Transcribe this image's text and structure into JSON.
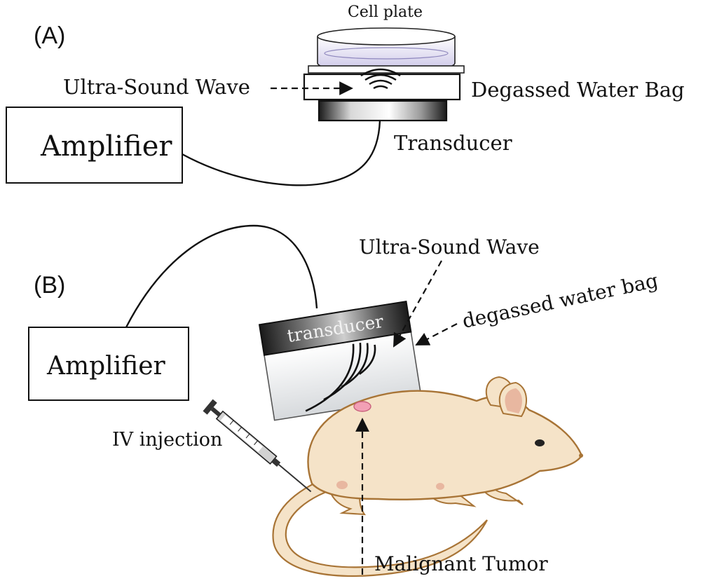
{
  "panel_a": {
    "label": "(A)",
    "cell_plate": "Cell plate",
    "wave": "Ultra-Sound Wave",
    "water_bag": "Degassed Water Bag",
    "transducer": "Transducer",
    "amplifier": "Amplifier"
  },
  "panel_b": {
    "label": "(B)",
    "amplifier": "Amplifier",
    "transducer": "transducer",
    "wave": "Ultra-Sound Wave",
    "water_bag": "degassed water bag",
    "injection": "IV injection",
    "tumor": "Malignant Tumor"
  },
  "colors": {
    "rat_body": "#f5e3c8",
    "rat_outline": "#a87436",
    "rat_ear_inner": "#e8b7a0",
    "tumor": "#f2a0b5",
    "dish_tint": "#c8c2e6",
    "transducer_dark": "#1e1e1e"
  }
}
